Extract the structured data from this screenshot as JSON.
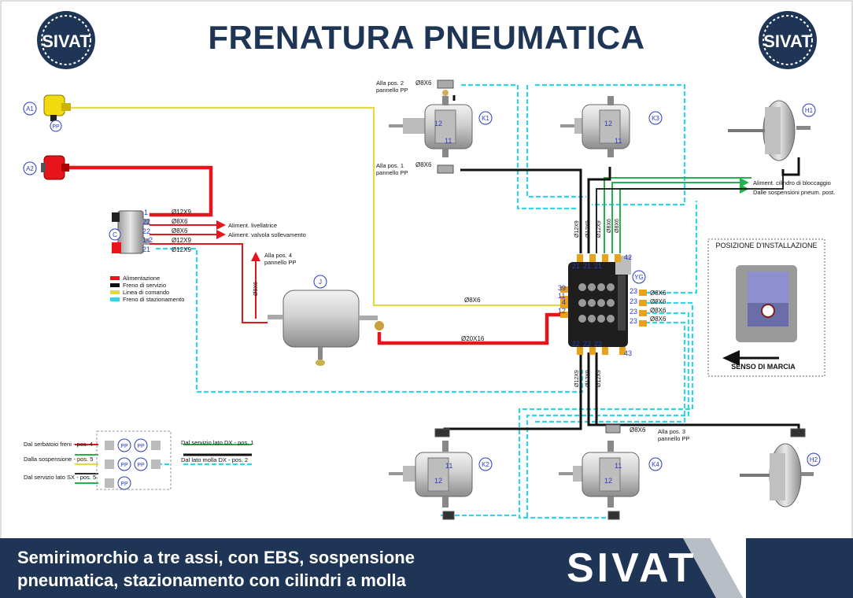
{
  "header": {
    "title": "FRENATURA PNEUMATICA",
    "logo_text": "SIVAT"
  },
  "footer": {
    "line1": "Semirimorchio a tre assi, con EBS, sospensione",
    "line2": "pneumatica, stazionamento con cilindri a molla",
    "brand": "SIVAT"
  },
  "colors": {
    "navy": "#1f3556",
    "supply": "#e8141b",
    "service": "#111111",
    "control": "#e2d84a",
    "parking": "#33d4e8",
    "green": "#22b34a",
    "label_blue": "#2a3bbf"
  },
  "components": {
    "A1": "A1",
    "A2": "A2",
    "PP": "PP",
    "C": "C",
    "J": "J",
    "YG": "YG",
    "K1": "K1",
    "K2": "K2",
    "K3": "K3",
    "K4": "K4",
    "H1": "H1",
    "H2": "H2"
  },
  "legend": {
    "supply": "Alimentazione",
    "service": "Freno di servizio",
    "control": "Linea di comando",
    "parking": "Freno di stazionamento"
  },
  "labels": {
    "to_pos2": "Alla pos. 2",
    "to_pos1": "Alla pos. 1",
    "to_pos4": "Alla pos. 4",
    "to_pos3": "Alla pos. 3",
    "pannello": "pannello PP",
    "aliment_livellatrice": "Aliment. livellatrice",
    "aliment_valvola": "Aliment. valvola sollevamento",
    "aliment_cilindro": "Aliment. cilindro di bloccaggio",
    "dalle_sospensioni": "Dalle sospensioni pneum. post.",
    "posizione": "POSIZIONE D'INSTALLAZIONE",
    "senso": "SENSO DI MARCIA",
    "dal_serbatoio": "Dal serbatoio freni - pos. 4",
    "dalla_sospensione": "Dalla sospensione - pos. 5",
    "dal_servizio_sx": "Dal servizio lato SX - pos. 5",
    "dal_servizio_dx": "Dal servizio lato DX - pos. 1",
    "dal_lato_molla": "Dal lato molla DX - pos. 2"
  },
  "pipes": {
    "d12x9": "Ø12X9",
    "d8x6": "Ø8X6",
    "d20x16": "Ø20X16"
  },
  "ports": {
    "c_ports": [
      "1",
      "22",
      "22",
      "1-2",
      "21"
    ],
    "yg_top": [
      "21",
      "21",
      "21",
      "42"
    ],
    "yg_left": [
      "39",
      "11",
      "4",
      "12"
    ],
    "yg_right": [
      "23",
      "23",
      "23",
      "23"
    ],
    "yg_bottom": [
      "22",
      "22",
      "22",
      "43"
    ],
    "cyl_upper": "12",
    "cyl_lower": "11"
  }
}
